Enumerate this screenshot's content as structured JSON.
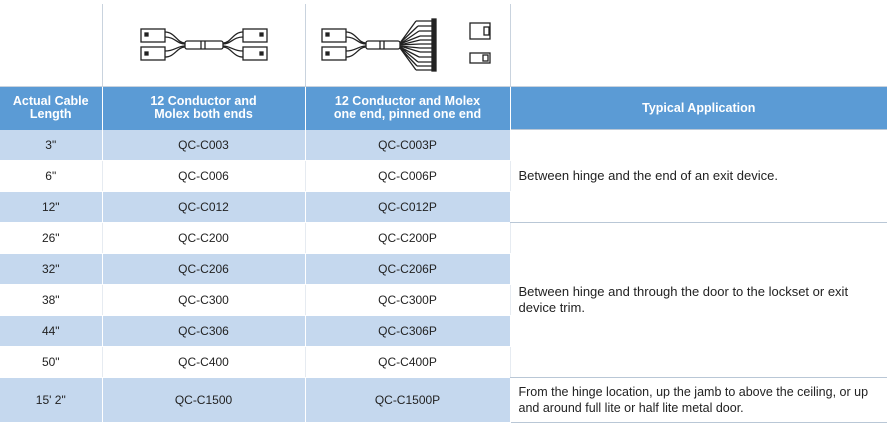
{
  "header": {
    "col1": "Actual Cable Length",
    "col2_line1": "12 Conductor and",
    "col2_line2": "Molex both ends",
    "col3_line1": "12 Conductor and Molex",
    "col3_line2": "one end, pinned one end",
    "col4": "Typical Application"
  },
  "rows": [
    {
      "length": "3\"",
      "part_a": "QC-C003",
      "part_b": "QC-C003P"
    },
    {
      "length": "6\"",
      "part_a": "QC-C006",
      "part_b": "QC-C006P"
    },
    {
      "length": "12\"",
      "part_a": "QC-C012",
      "part_b": "QC-C012P"
    },
    {
      "length": "26\"",
      "part_a": "QC-C200",
      "part_b": "QC-C200P"
    },
    {
      "length": "32\"",
      "part_a": "QC-C206",
      "part_b": "QC-C206P"
    },
    {
      "length": "38\"",
      "part_a": "QC-C300",
      "part_b": "QC-C300P"
    },
    {
      "length": "44\"",
      "part_a": "QC-C306",
      "part_b": "QC-C306P"
    },
    {
      "length": "50\"",
      "part_a": "QC-C400",
      "part_b": "QC-C400P"
    },
    {
      "length": "15' 2\"",
      "part_a": "QC-C1500",
      "part_b": "QC-C1500P"
    }
  ],
  "applications": {
    "group1": "Between hinge and the end of an exit device.",
    "group2": "Between hinge and through the door to the lockset or exit device trim.",
    "group3": "From the hinge location, up the jamb to above the ceiling, or up and around full lite or half lite metal door."
  },
  "images": {
    "cable_a": "cable-molex-both-ends-icon",
    "cable_b": "cable-molex-pinned-end-icon"
  },
  "colors": {
    "header_bg": "#5b9bd5",
    "shade_row": "#c5d8ee",
    "text": "#222222"
  }
}
